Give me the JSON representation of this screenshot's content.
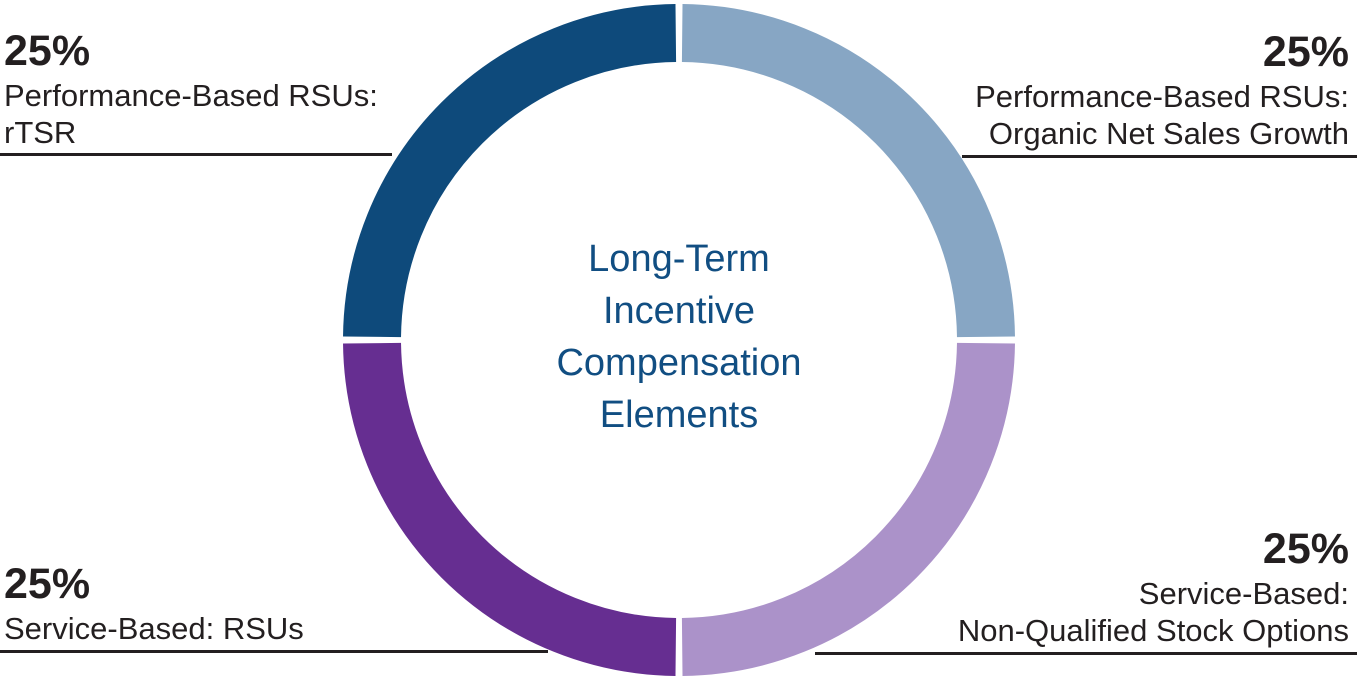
{
  "center_title": {
    "lines": [
      "Long-Term",
      "Incentive",
      "Compensation",
      "Elements"
    ],
    "color": "#114e82"
  },
  "chart_data": {
    "type": "pie",
    "subtype": "donut",
    "title": "Long-Term Incentive Compensation Elements",
    "units": "percent",
    "total": 100,
    "legend_position": "corner-callouts",
    "text_color": "#231f20",
    "segments": [
      {
        "id": "performance-rsus-organic-net-sales-growth",
        "label": "Performance-Based RSUs: Organic Net Sales Growth",
        "pct_label": "25%",
        "label_lines": [
          "Performance-Based RSUs:",
          "Organic Net Sales Growth"
        ],
        "value": 25,
        "color": "#87a6c4",
        "callout_position": "top-right"
      },
      {
        "id": "service-based-non-qualified-stock-options",
        "label": "Service-Based: Non-Qualified Stock Options",
        "pct_label": "25%",
        "label_lines": [
          "Service-Based:",
          "Non-Qualified Stock Options"
        ],
        "value": 25,
        "color": "#ab92c9",
        "callout_position": "bottom-right"
      },
      {
        "id": "service-based-rsus",
        "label": "Service-Based: RSUs",
        "pct_label": "25%",
        "label_lines": [
          "Service-Based: RSUs"
        ],
        "value": 25,
        "color": "#662e91",
        "callout_position": "bottom-left"
      },
      {
        "id": "performance-rsus-rtsr",
        "label": "Performance-Based RSUs: rTSR",
        "pct_label": "25%",
        "label_lines": [
          "Performance-Based RSUs:",
          "rTSR"
        ],
        "value": 25,
        "color": "#0e4a7b",
        "callout_position": "top-left"
      }
    ]
  }
}
